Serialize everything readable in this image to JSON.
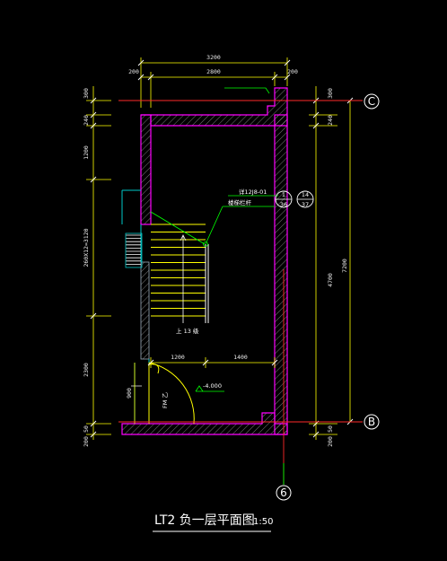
{
  "drawing": {
    "title": "LT2 负一层平面图",
    "scale": "1:50"
  },
  "axes": {
    "c": "C",
    "b": "B",
    "six": "6"
  },
  "dims": {
    "top_total": "3200",
    "top_left": "200",
    "top_mid": "2800",
    "top_right": "200",
    "left_300": "300",
    "left_240": "240",
    "left_1200": "1200",
    "left_stair": "260X12=3120",
    "left_2300": "2300",
    "left_50": "50",
    "left_200": "200",
    "right_300": "300",
    "right_240": "240",
    "right_4700": "4700",
    "right_7200": "7200",
    "right_50": "50",
    "right_200": "200",
    "door_w": "900",
    "bottom_1200": "1200",
    "bottom_1400": "1400"
  },
  "notes": {
    "handrail": "楼梯栏杆",
    "handrail_ref": "详12J8-01",
    "detail1_top": "1",
    "detail1_bot": "36",
    "detail2_top": "14",
    "detail2_bot": "37",
    "up_label": "上 13 级",
    "level": "-4.000",
    "door_label": "FM 乙"
  },
  "colors": {
    "background": "#000000",
    "wall_outline": "#ff00ff",
    "dimension": "#ffff00",
    "axis": "#ff0000",
    "leader": "#00ff00",
    "stair": "#ffff00",
    "text": "#ffffff"
  }
}
